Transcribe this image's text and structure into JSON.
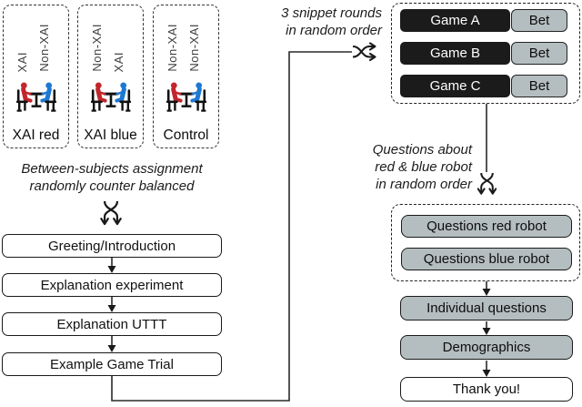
{
  "conditions": {
    "groups": [
      {
        "caption": "XAI red",
        "labels": [
          "XAI",
          "Non-XAI"
        ]
      },
      {
        "caption": "XAI blue",
        "labels": [
          "Non-XAI",
          "XAI"
        ]
      },
      {
        "caption": "Control",
        "labels": [
          "Non-XAI",
          "Non-XAI"
        ]
      }
    ]
  },
  "annotations": {
    "assignment": {
      "line1": "Between-subjects assignment",
      "line2": "randomly counter balanced"
    },
    "snippets": {
      "line1": "3 snippet rounds",
      "line2": "in random order"
    },
    "questions": {
      "line1": "Questions about",
      "line2": "red & blue robot",
      "line3": "in random order"
    }
  },
  "left_flow": {
    "steps": [
      "Greeting/Introduction",
      "Explanation experiment",
      "Explanation UTTT",
      "Example Game Trial"
    ]
  },
  "game_rounds": {
    "rows": [
      {
        "game": "Game A",
        "bet": "Bet"
      },
      {
        "game": "Game B",
        "bet": "Bet"
      },
      {
        "game": "Game C",
        "bet": "Bet"
      }
    ]
  },
  "questions_block": {
    "items": [
      "Questions red robot",
      "Questions blue robot"
    ]
  },
  "right_flow": {
    "steps": [
      "Individual questions",
      "Demographics",
      "Thank you!"
    ]
  },
  "icons": {
    "shuffle": "shuffle-icon (crossed arrows = random order)",
    "people": "people-at-table-icon (red participant vs blue participant)"
  },
  "colors": {
    "gray_box": "#b4bec0",
    "black_box": "#1b1b1b",
    "person_red": "#c1272d",
    "person_blue": "#1e78d2",
    "line": "#2a2a2a"
  }
}
